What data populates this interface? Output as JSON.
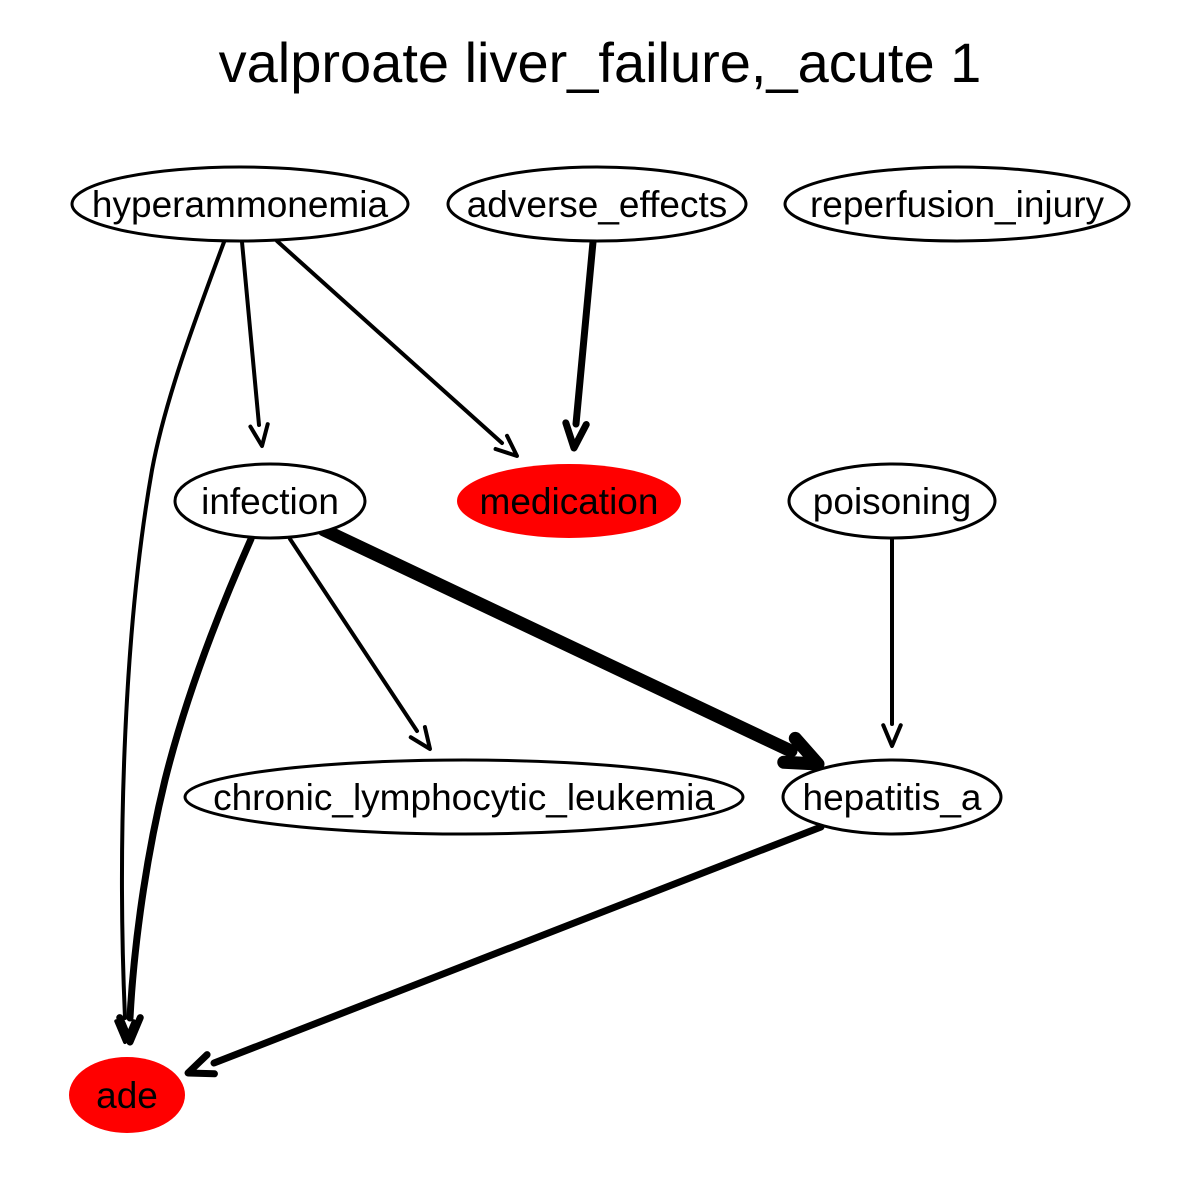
{
  "title": "valproate liver_failure,_acute 1",
  "colors": {
    "highlight": "#ff0000",
    "default_fill": "#ffffff",
    "stroke": "#000000"
  },
  "nodes": [
    {
      "id": "hyperammonemia",
      "label": "hyperammonemia",
      "highlighted": false
    },
    {
      "id": "adverse_effects",
      "label": "adverse_effects",
      "highlighted": false
    },
    {
      "id": "reperfusion_injury",
      "label": "reperfusion_injury",
      "highlighted": false
    },
    {
      "id": "infection",
      "label": "infection",
      "highlighted": false
    },
    {
      "id": "medication",
      "label": "medication",
      "highlighted": true
    },
    {
      "id": "poisoning",
      "label": "poisoning",
      "highlighted": false
    },
    {
      "id": "chronic_lymphocytic_leukemia",
      "label": "chronic_lymphocytic_leukemia",
      "highlighted": false
    },
    {
      "id": "hepatitis_a",
      "label": "hepatitis_a",
      "highlighted": false
    },
    {
      "id": "ade",
      "label": "ade",
      "highlighted": true
    }
  ],
  "edges": [
    {
      "from": "hyperammonemia",
      "to": "ade",
      "weight": 1
    },
    {
      "from": "hyperammonemia",
      "to": "infection",
      "weight": 1
    },
    {
      "from": "hyperammonemia",
      "to": "medication",
      "weight": 1
    },
    {
      "from": "adverse_effects",
      "to": "medication",
      "weight": 2
    },
    {
      "from": "infection",
      "to": "ade",
      "weight": 2
    },
    {
      "from": "infection",
      "to": "chronic_lymphocytic_leukemia",
      "weight": 1
    },
    {
      "from": "infection",
      "to": "hepatitis_a",
      "weight": 4
    },
    {
      "from": "poisoning",
      "to": "hepatitis_a",
      "weight": 1
    },
    {
      "from": "hepatitis_a",
      "to": "ade",
      "weight": 2
    }
  ]
}
